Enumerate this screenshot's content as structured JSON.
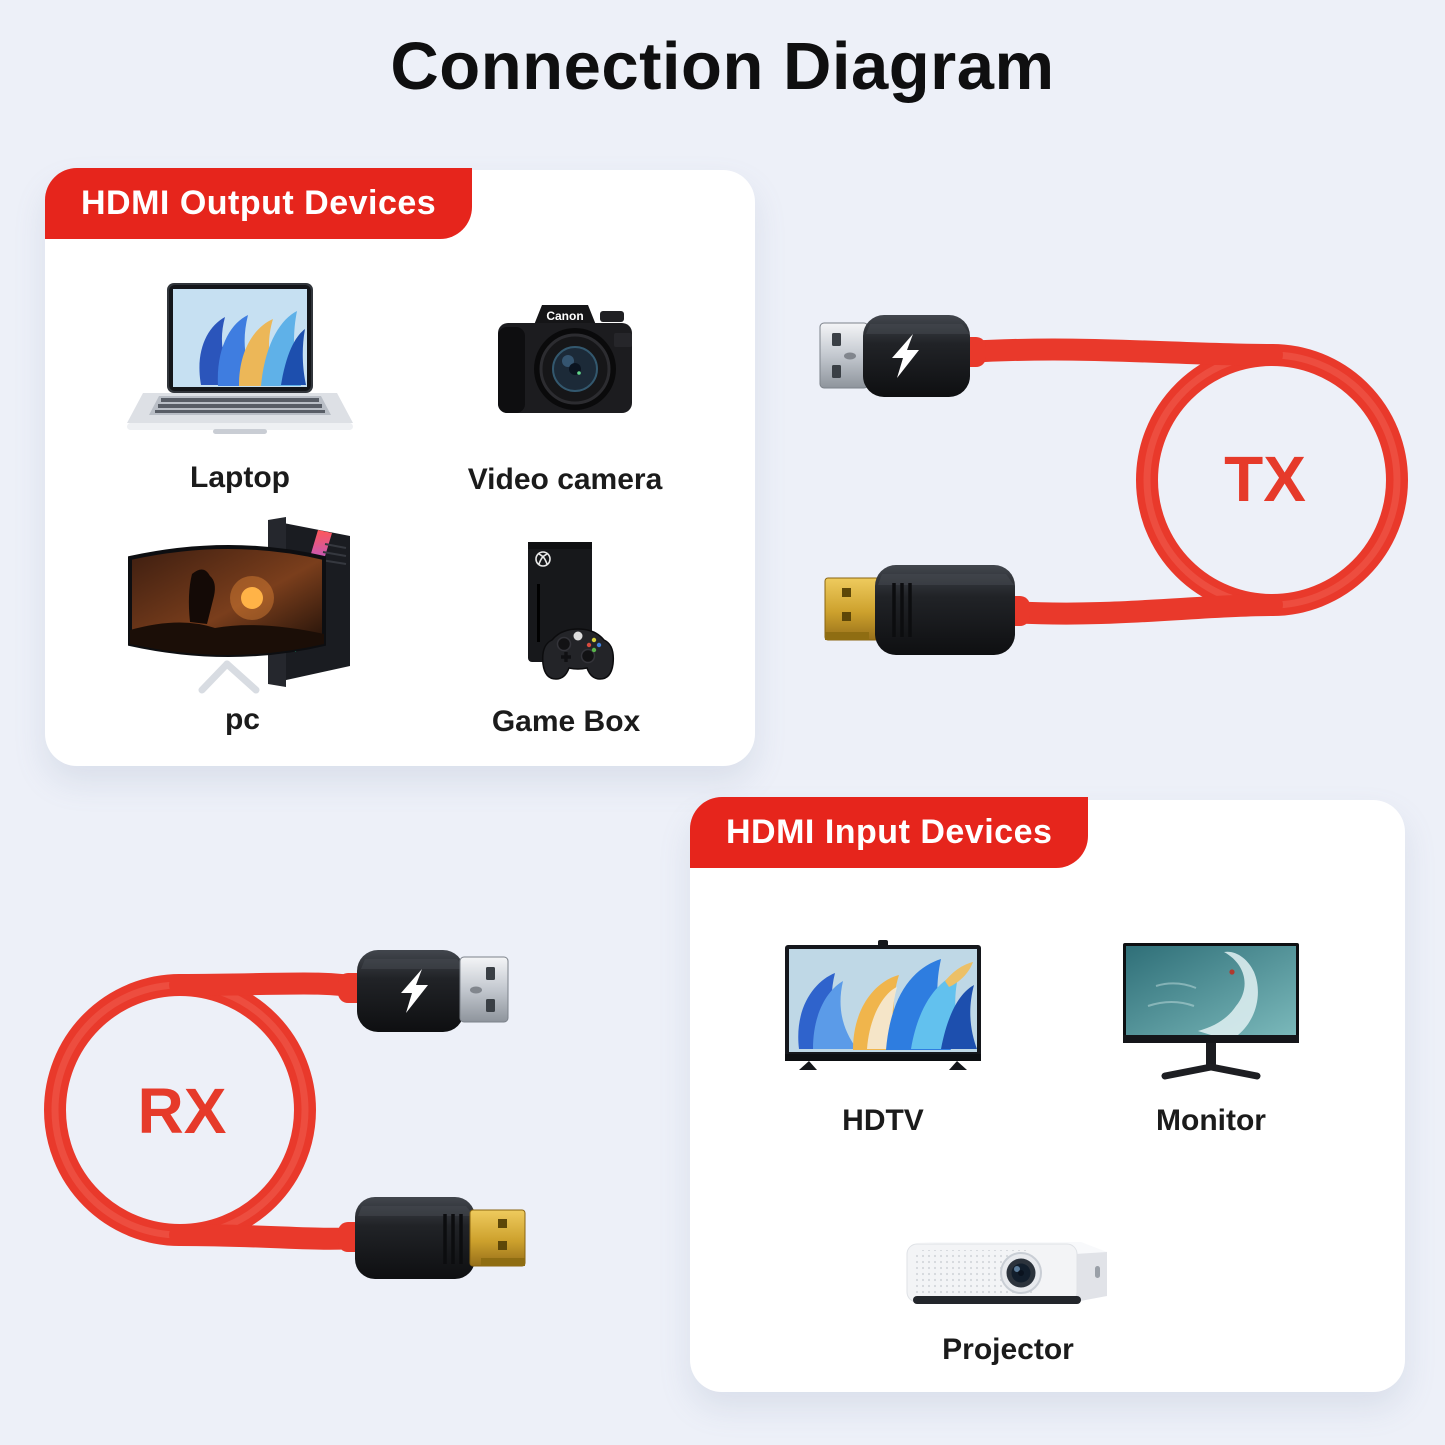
{
  "title": "Connection Diagram",
  "output_card": {
    "badge": "HDMI Output Devices",
    "devices": {
      "laptop": {
        "label": "Laptop"
      },
      "video_camera": {
        "label": "Video camera"
      },
      "pc": {
        "label": "pc"
      },
      "game_box": {
        "label": "Game Box"
      }
    }
  },
  "input_card": {
    "badge": "HDMI Input Devices",
    "devices": {
      "hdtv": {
        "label": "HDTV"
      },
      "monitor": {
        "label": "Monitor"
      },
      "projector": {
        "label": "Projector"
      }
    }
  },
  "tx_cable": {
    "label": "TX"
  },
  "rx_cable": {
    "label": "RX"
  },
  "camera_brand": "Canon",
  "colors": {
    "background": "#edf0f8",
    "card": "#ffffff",
    "badge_red": "#e6251c",
    "cable_red": "#e9392b",
    "accent_text_red": "#e63a2a",
    "text_dark": "#1b1b1b"
  }
}
